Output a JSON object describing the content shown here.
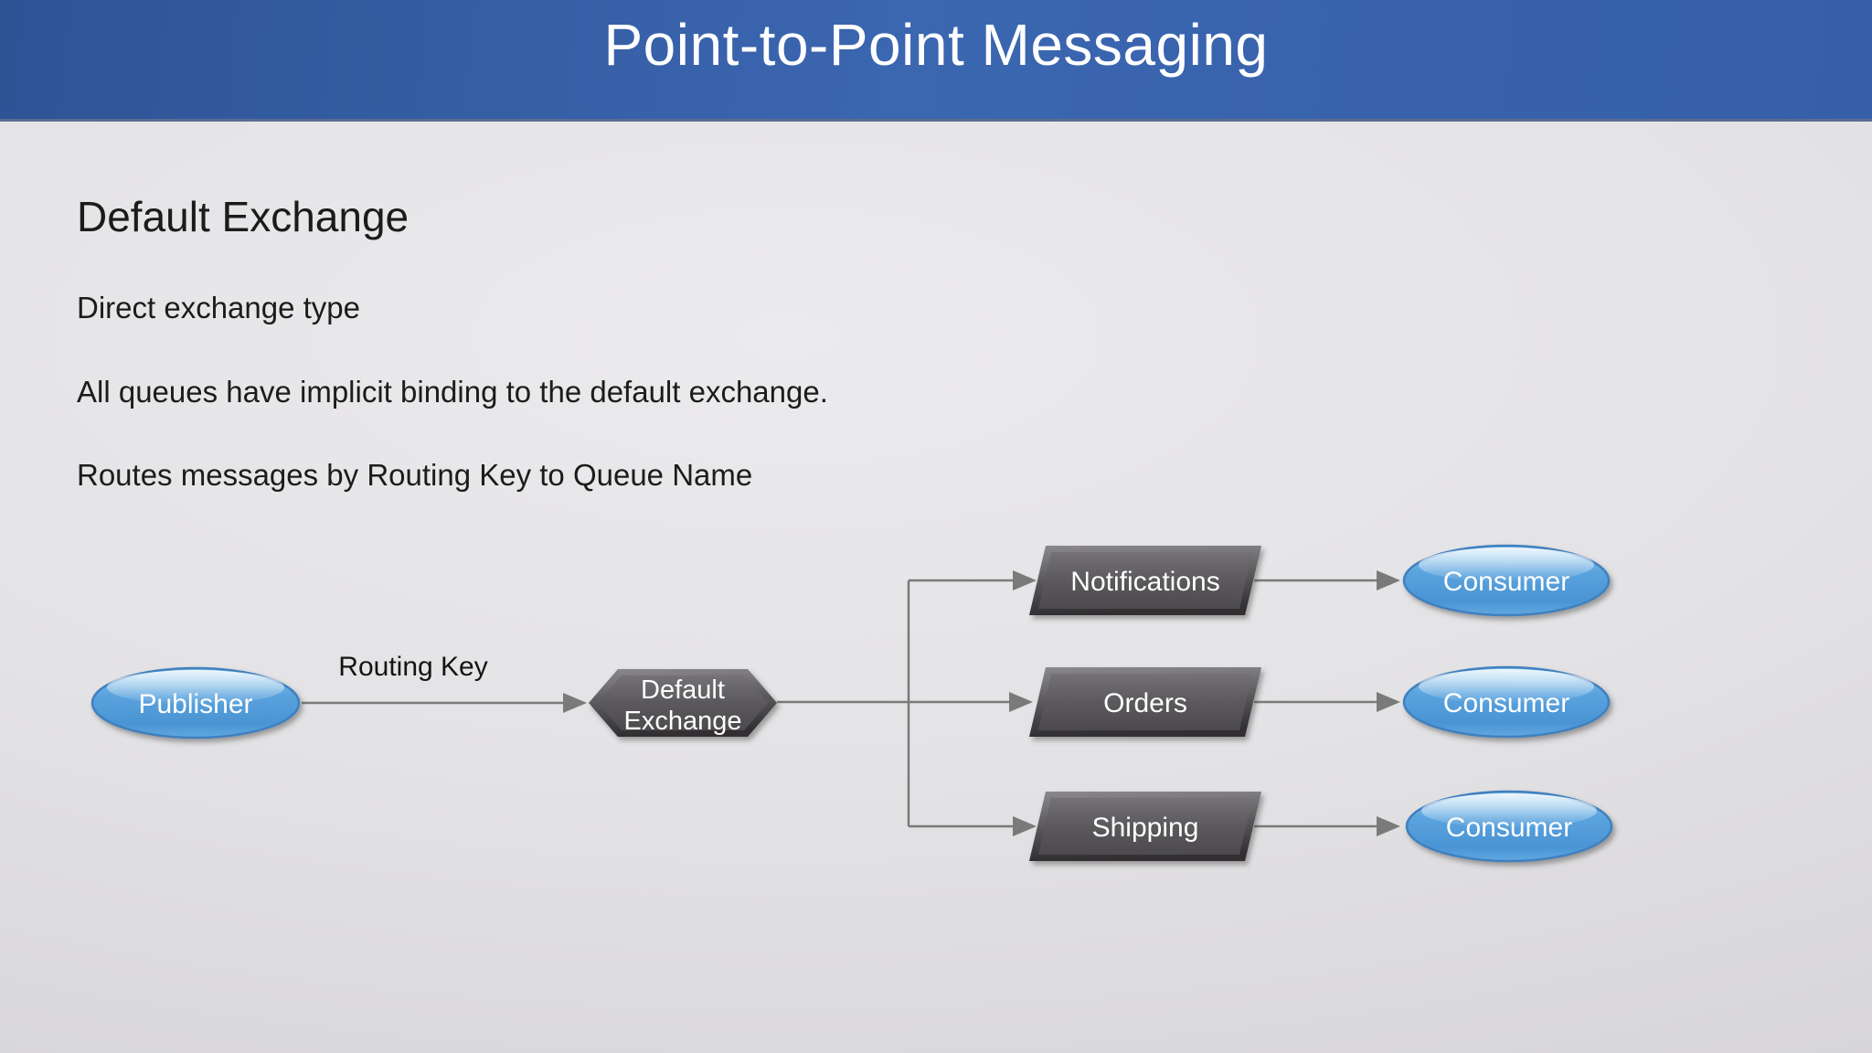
{
  "header": {
    "title": "Point-to-Point Messaging"
  },
  "content": {
    "heading": "Default Exchange",
    "lines": [
      "Direct exchange type",
      "All queues have implicit binding to the default exchange.",
      "Routes messages by Routing Key to Queue Name"
    ]
  },
  "diagram": {
    "publisher_label": "Publisher",
    "routing_key_label": "Routing Key",
    "exchange": {
      "line1": "Default",
      "line2": "Exchange"
    },
    "queues": [
      {
        "label": "Notifications"
      },
      {
        "label": "Orders"
      },
      {
        "label": "Shipping"
      }
    ],
    "consumers": [
      {
        "label": "Consumer"
      },
      {
        "label": "Consumer"
      },
      {
        "label": "Consumer"
      }
    ]
  },
  "colors": {
    "header_blue": "#3560A8",
    "node_blue": "#55A0DC",
    "node_blue_border": "#3F80BE",
    "node_gray": "#5B595C",
    "connector_gray": "#7A7A7A",
    "background_gray": "#E2E1E3",
    "text_dark": "#1C1C1C",
    "text_light": "#FFFFFF"
  }
}
